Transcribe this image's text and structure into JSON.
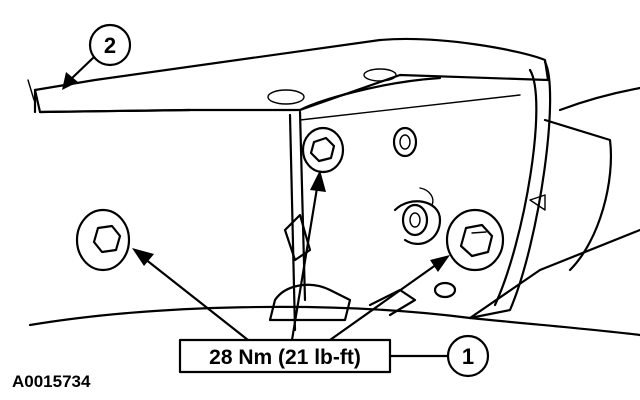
{
  "callouts": {
    "one": "1",
    "two": "2"
  },
  "torque_label": "28 Nm (21 lb-ft)",
  "figure_id": "A0015734",
  "colors": {
    "line": "#000000",
    "background": "#ffffff"
  }
}
